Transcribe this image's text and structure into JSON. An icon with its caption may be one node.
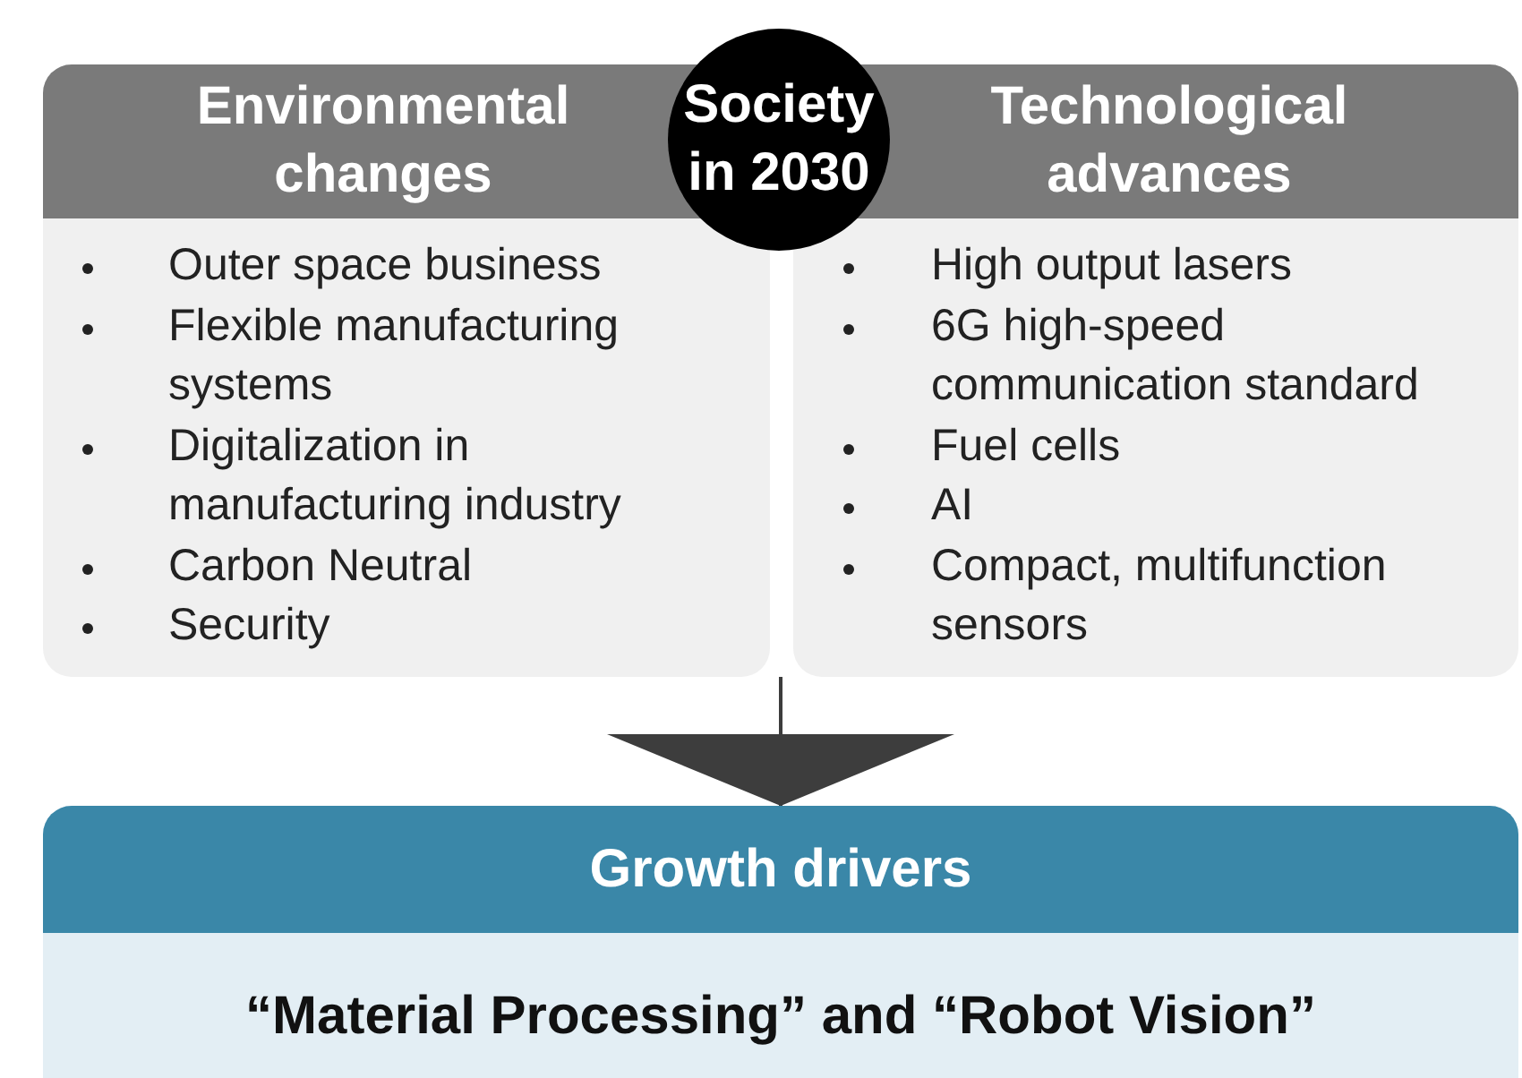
{
  "diagram": {
    "nodes": [
      {
        "text": [
          "Environmental changes",
          "Outer space business",
          "Flexible manufacturing systems",
          "Digitalization in manufacturing industry",
          "Carbon Neutral",
          "Security"
        ]
      },
      {
        "text": [
          "Technological advances",
          "High output lasers",
          "6G high-speed communication standard",
          "Fuel cells",
          "AI",
          "Compact, multifunction sensors"
        ]
      },
      {
        "text": [
          "Society in 2030"
        ]
      },
      {
        "text": [
          "Growth drivers",
          "“Material Processing” and “Robot Vision”"
        ]
      }
    ],
    "edges": [
      {
        "from": 0,
        "to": 3,
        "arrow": "to"
      },
      {
        "from": 1,
        "to": 3,
        "arrow": "to"
      }
    ]
  }
}
